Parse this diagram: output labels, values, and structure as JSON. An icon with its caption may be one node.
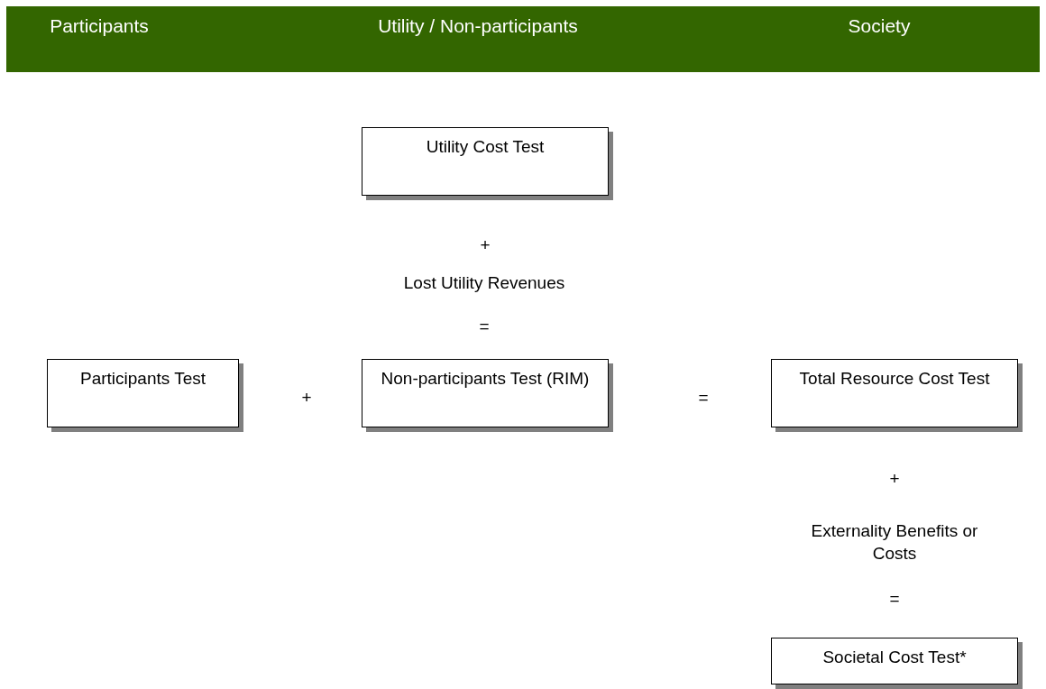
{
  "diagram": {
    "nodes": [
      {
        "text": [
          "Participants",
          "Utility / Non-participants",
          "Society"
        ]
      },
      {
        "text": [
          "Utility Cost Test"
        ]
      },
      {
        "text": [
          "Participants Test"
        ]
      },
      {
        "text": [
          "Non-participants Test (RIM)"
        ]
      },
      {
        "text": [
          "Total Resource Cost Test"
        ]
      },
      {
        "text": [
          "Societal Cost Test*"
        ]
      }
    ],
    "labels": [
      "+",
      "Lost Utility Revenues",
      "=",
      "+",
      "=",
      "+",
      "Externality Benefits or Costs",
      "="
    ]
  }
}
